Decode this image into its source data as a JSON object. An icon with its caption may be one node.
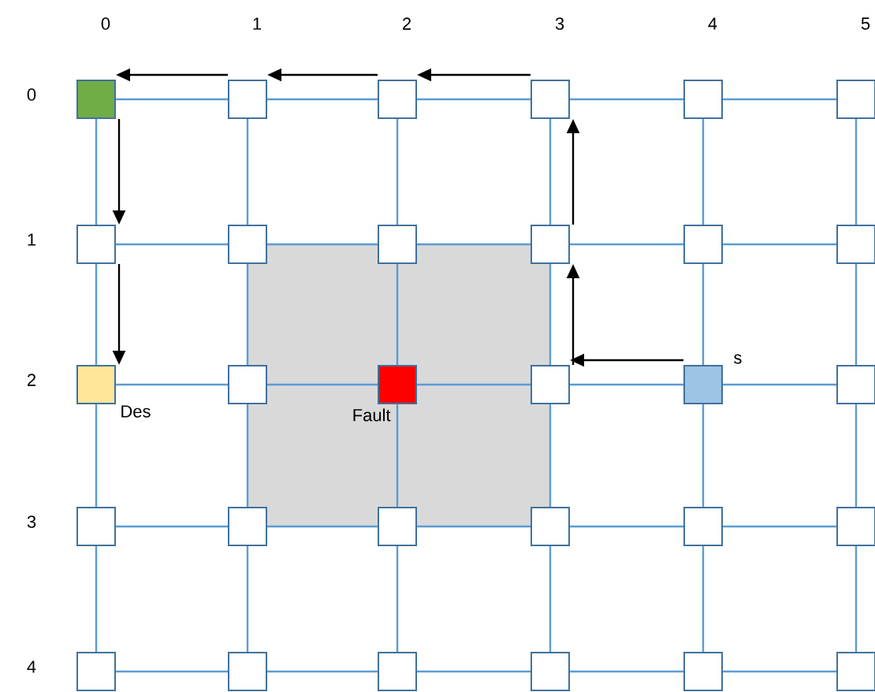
{
  "diagram": {
    "nodes": [
      {
        "text": [],
        "shape": "box"
      },
      {
        "text": [],
        "shape": "box"
      },
      {
        "text": [],
        "shape": "box"
      },
      {
        "text": [],
        "shape": "box"
      },
      {
        "text": [],
        "shape": "box"
      },
      {
        "text": [],
        "shape": "box"
      },
      {
        "text": [],
        "shape": "box"
      },
      {
        "text": [],
        "shape": "box"
      },
      {
        "text": [],
        "shape": "box"
      },
      {
        "text": [],
        "shape": "box"
      },
      {
        "text": [],
        "shape": "box"
      },
      {
        "text": [],
        "shape": "box"
      },
      {
        "text": [],
        "shape": "box",
        "beside": [
          "Des"
        ]
      },
      {
        "text": [],
        "shape": "box"
      },
      {
        "text": [],
        "shape": "box",
        "beside": [
          "Fault"
        ]
      },
      {
        "text": [],
        "shape": "box"
      },
      {
        "text": [],
        "shape": "box",
        "beside": [
          "s"
        ]
      },
      {
        "text": [],
        "shape": "box"
      },
      {
        "text": [],
        "shape": "box"
      },
      {
        "text": [],
        "shape": "box"
      },
      {
        "text": [],
        "shape": "box"
      },
      {
        "text": [],
        "shape": "box"
      },
      {
        "text": [],
        "shape": "box"
      },
      {
        "text": [],
        "shape": "box"
      },
      {
        "text": [],
        "shape": "box"
      },
      {
        "text": [],
        "shape": "box"
      },
      {
        "text": [],
        "shape": "box"
      },
      {
        "text": [],
        "shape": "box"
      },
      {
        "text": [],
        "shape": "box"
      },
      {
        "text": [],
        "shape": "box"
      }
    ],
    "edges": [
      {
        "from": 0,
        "to": 1,
        "arrow": "none"
      },
      {
        "from": 1,
        "to": 2,
        "arrow": "none"
      },
      {
        "from": 2,
        "to": 3,
        "arrow": "none"
      },
      {
        "from": 3,
        "to": 4,
        "arrow": "none"
      },
      {
        "from": 4,
        "to": 5,
        "arrow": "none"
      },
      {
        "from": 6,
        "to": 7,
        "arrow": "none"
      },
      {
        "from": 7,
        "to": 8,
        "arrow": "none"
      },
      {
        "from": 8,
        "to": 9,
        "arrow": "none"
      },
      {
        "from": 9,
        "to": 10,
        "arrow": "none"
      },
      {
        "from": 10,
        "to": 11,
        "arrow": "none"
      },
      {
        "from": 12,
        "to": 13,
        "arrow": "none"
      },
      {
        "from": 13,
        "to": 14,
        "arrow": "none"
      },
      {
        "from": 14,
        "to": 15,
        "arrow": "none"
      },
      {
        "from": 15,
        "to": 16,
        "arrow": "none"
      },
      {
        "from": 16,
        "to": 17,
        "arrow": "none"
      },
      {
        "from": 18,
        "to": 19,
        "arrow": "none"
      },
      {
        "from": 19,
        "to": 20,
        "arrow": "none"
      },
      {
        "from": 20,
        "to": 21,
        "arrow": "none"
      },
      {
        "from": 21,
        "to": 22,
        "arrow": "none"
      },
      {
        "from": 22,
        "to": 23,
        "arrow": "none"
      },
      {
        "from": 24,
        "to": 25,
        "arrow": "none"
      },
      {
        "from": 25,
        "to": 26,
        "arrow": "none"
      },
      {
        "from": 26,
        "to": 27,
        "arrow": "none"
      },
      {
        "from": 27,
        "to": 28,
        "arrow": "none"
      },
      {
        "from": 28,
        "to": 29,
        "arrow": "none"
      },
      {
        "from": 0,
        "to": 6,
        "arrow": "none"
      },
      {
        "from": 6,
        "to": 12,
        "arrow": "none"
      },
      {
        "from": 12,
        "to": 18,
        "arrow": "none"
      },
      {
        "from": 18,
        "to": 24,
        "arrow": "none"
      },
      {
        "from": 1,
        "to": 7,
        "arrow": "none"
      },
      {
        "from": 7,
        "to": 13,
        "arrow": "none"
      },
      {
        "from": 13,
        "to": 19,
        "arrow": "none"
      },
      {
        "from": 19,
        "to": 25,
        "arrow": "none"
      },
      {
        "from": 2,
        "to": 8,
        "arrow": "none"
      },
      {
        "from": 8,
        "to": 14,
        "arrow": "none"
      },
      {
        "from": 14,
        "to": 20,
        "arrow": "none"
      },
      {
        "from": 20,
        "to": 26,
        "arrow": "none"
      },
      {
        "from": 3,
        "to": 9,
        "arrow": "none"
      },
      {
        "from": 9,
        "to": 15,
        "arrow": "none"
      },
      {
        "from": 15,
        "to": 21,
        "arrow": "none"
      },
      {
        "from": 21,
        "to": 27,
        "arrow": "none"
      },
      {
        "from": 4,
        "to": 10,
        "arrow": "none"
      },
      {
        "from": 10,
        "to": 16,
        "arrow": "none"
      },
      {
        "from": 16,
        "to": 22,
        "arrow": "none"
      },
      {
        "from": 22,
        "to": 28,
        "arrow": "none"
      },
      {
        "from": 5,
        "to": 11,
        "arrow": "none"
      },
      {
        "from": 11,
        "to": 17,
        "arrow": "none"
      },
      {
        "from": 17,
        "to": 23,
        "arrow": "none"
      },
      {
        "from": 23,
        "to": 29,
        "arrow": "none"
      },
      {
        "from": 3,
        "to": 2,
        "arrow": "to",
        "color": "#000000"
      },
      {
        "from": 2,
        "to": 1,
        "arrow": "to",
        "color": "#000000"
      },
      {
        "from": 1,
        "to": 0,
        "arrow": "to",
        "color": "#000000"
      },
      {
        "from": 0,
        "to": 6,
        "arrow": "to",
        "color": "#000000"
      },
      {
        "from": 6,
        "to": 12,
        "arrow": "to",
        "color": "#000000"
      },
      {
        "from": 16,
        "to": 15,
        "arrow": "to",
        "color": "#000000"
      },
      {
        "from": 15,
        "to": 9,
        "arrow": "to",
        "color": "#000000"
      },
      {
        "from": 9,
        "to": 3,
        "arrow": "to",
        "color": "#000000"
      }
    ],
    "labels": [
      "0",
      "1",
      "2",
      "3",
      "4",
      "5",
      "0",
      "1",
      "2",
      "3",
      "4"
    ]
  }
}
